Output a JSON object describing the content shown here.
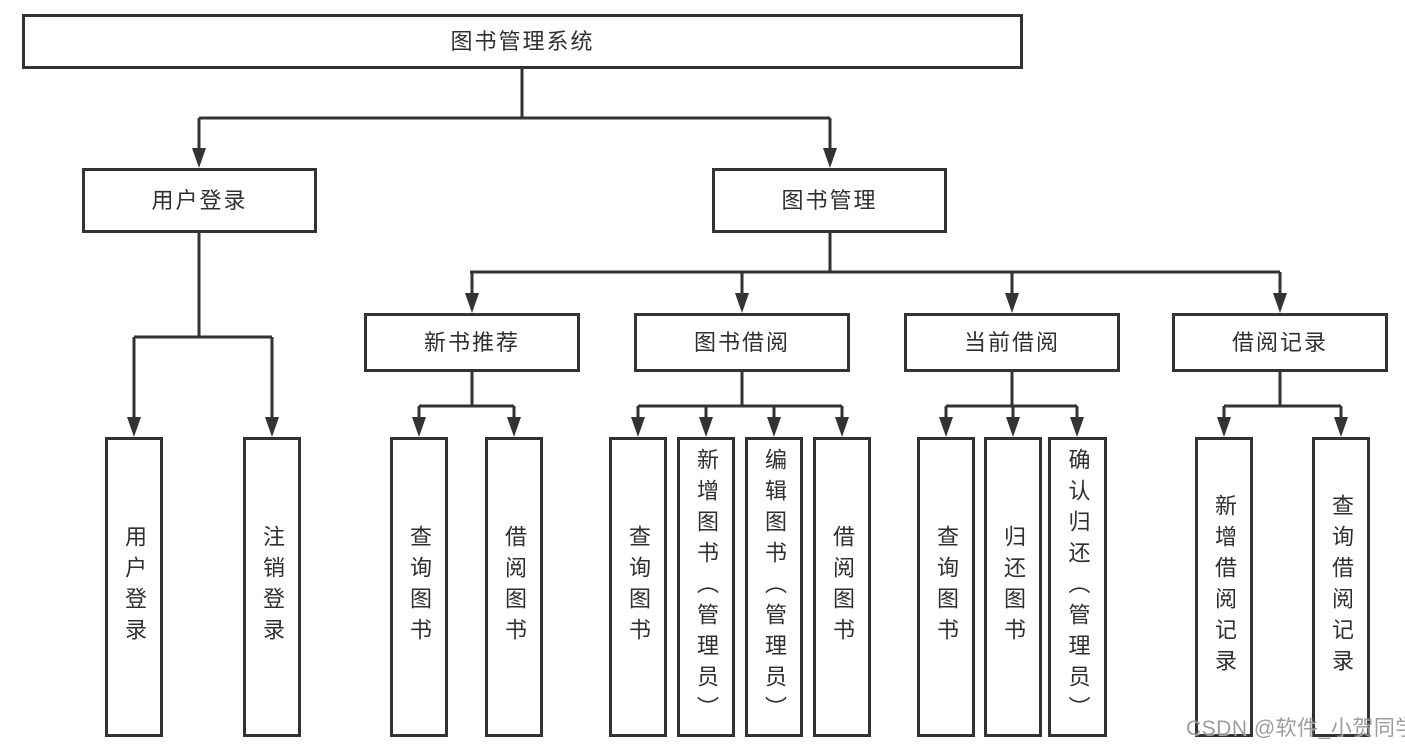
{
  "tree": {
    "label": "图书管理系统",
    "children": [
      {
        "label": "用户登录",
        "children": [
          {
            "label": "用户登录"
          },
          {
            "label": "注销登录"
          }
        ]
      },
      {
        "label": "图书管理",
        "children": [
          {
            "label": "新书推荐",
            "children": [
              {
                "label": "查询图书"
              },
              {
                "label": "借阅图书"
              }
            ]
          },
          {
            "label": "图书借阅",
            "children": [
              {
                "label": "查询图书"
              },
              {
                "label": "新增图书（管理员）"
              },
              {
                "label": "编辑图书（管理员）"
              },
              {
                "label": "借阅图书"
              }
            ]
          },
          {
            "label": "当前借阅",
            "children": [
              {
                "label": "查询图书"
              },
              {
                "label": "归还图书"
              },
              {
                "label": "确认归还（管理员）"
              }
            ]
          },
          {
            "label": "借阅记录",
            "children": [
              {
                "label": "新增借阅记录"
              },
              {
                "label": "查询借阅记录"
              }
            ]
          }
        ]
      }
    ]
  },
  "watermark": {
    "text": "CSDN @软件_小贺同学"
  },
  "colors": {
    "line": "#333333",
    "box_border": "#333333",
    "text": "#2f2f2f",
    "background": "#ffffff",
    "watermark": "#878787"
  }
}
